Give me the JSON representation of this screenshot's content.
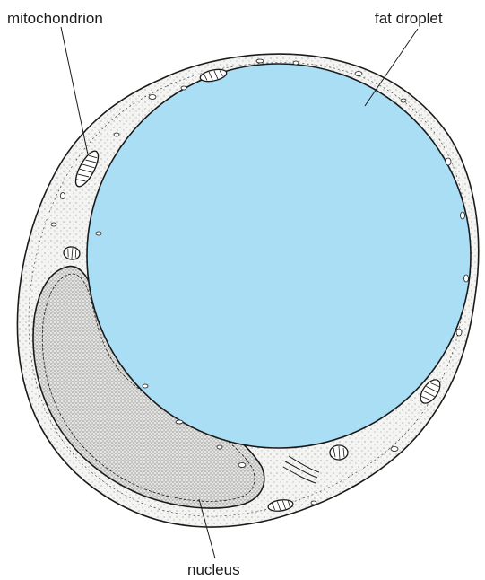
{
  "labels": {
    "mitochondrion": "mitochondrion",
    "fat_droplet": "fat droplet",
    "nucleus": "nucleus"
  },
  "colors": {
    "fat_droplet_fill": "#a9def5",
    "cytoplasm_fill": "#f4f4f2",
    "nucleus_fill": "#e6e6e4",
    "outline": "#1a1a1a"
  }
}
